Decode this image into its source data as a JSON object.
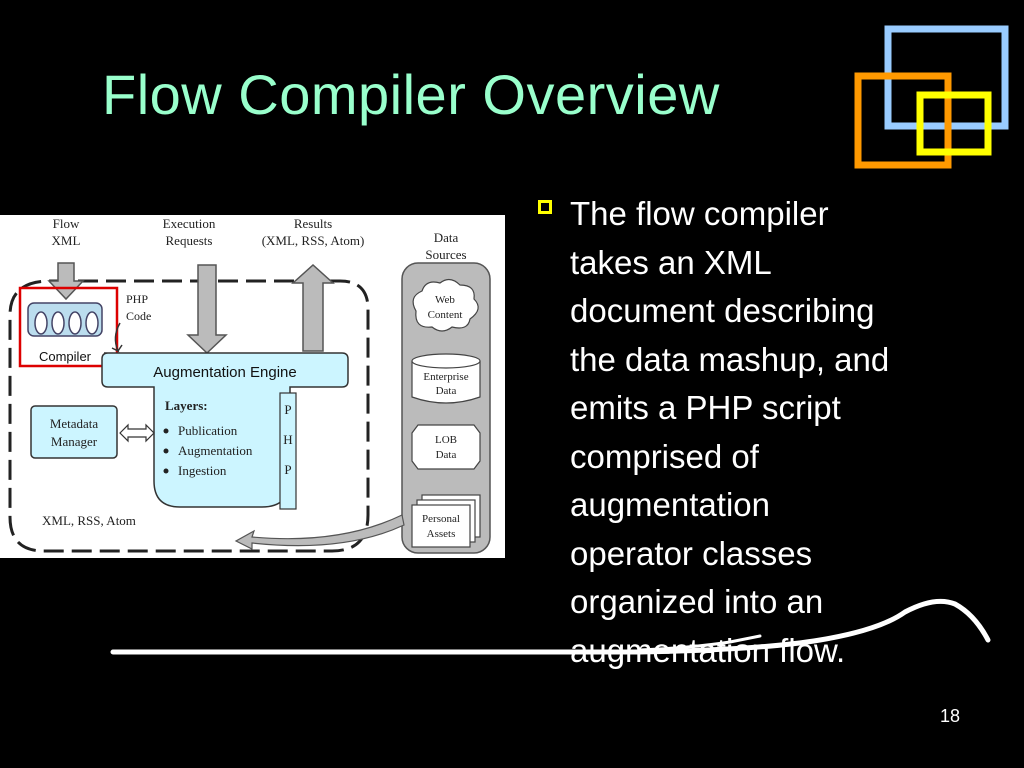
{
  "slide": {
    "title": "Flow Compiler Overview",
    "page_number": "18",
    "bullet": "The flow compiler takes an XML document  describing the data mashup, and emits a PHP script comprised of augmentation operator classes organized into an augmentation flow.",
    "bullet_lines": [
      "The flow compiler",
      "takes an XML",
      "document  describing",
      "the data mashup, and",
      "emits a PHP script",
      "comprised of",
      "augmentation",
      "operator classes",
      "organized into an",
      "augmentation flow."
    ]
  },
  "colors": {
    "background": "#000000",
    "title": "#99ffcc",
    "bullet_square": "#ffff00",
    "deco_blue": "#99ccff",
    "deco_orange": "#ff9900",
    "deco_yellow": "#ffff00",
    "engine_fill": "#ccf5ff",
    "compiler_highlight": "#dd0000"
  },
  "diagram": {
    "flow_xml": [
      "Flow",
      "XML"
    ],
    "execution_requests": [
      "Execution",
      "Requests"
    ],
    "results": [
      "Results",
      "(XML, RSS, Atom)"
    ],
    "data_sources": [
      "Data",
      "Sources"
    ],
    "php_code": [
      "PHP",
      "Code"
    ],
    "compiler": "Compiler",
    "augmentation_engine": "Augmentation Engine",
    "metadata_manager": [
      "Metadata",
      "Manager"
    ],
    "layers_heading": "Layers:",
    "layers": [
      "Publication",
      "Augmentation",
      "Ingestion"
    ],
    "php_vertical": [
      "P",
      "H",
      "P"
    ],
    "output_formats": "XML, RSS, Atom",
    "sources": {
      "web_content": [
        "Web",
        "Content"
      ],
      "enterprise_data": [
        "Enterprise",
        "Data"
      ],
      "lob_data": [
        "LOB",
        "Data"
      ],
      "personal_assets": [
        "Personal",
        "Assets"
      ]
    }
  }
}
